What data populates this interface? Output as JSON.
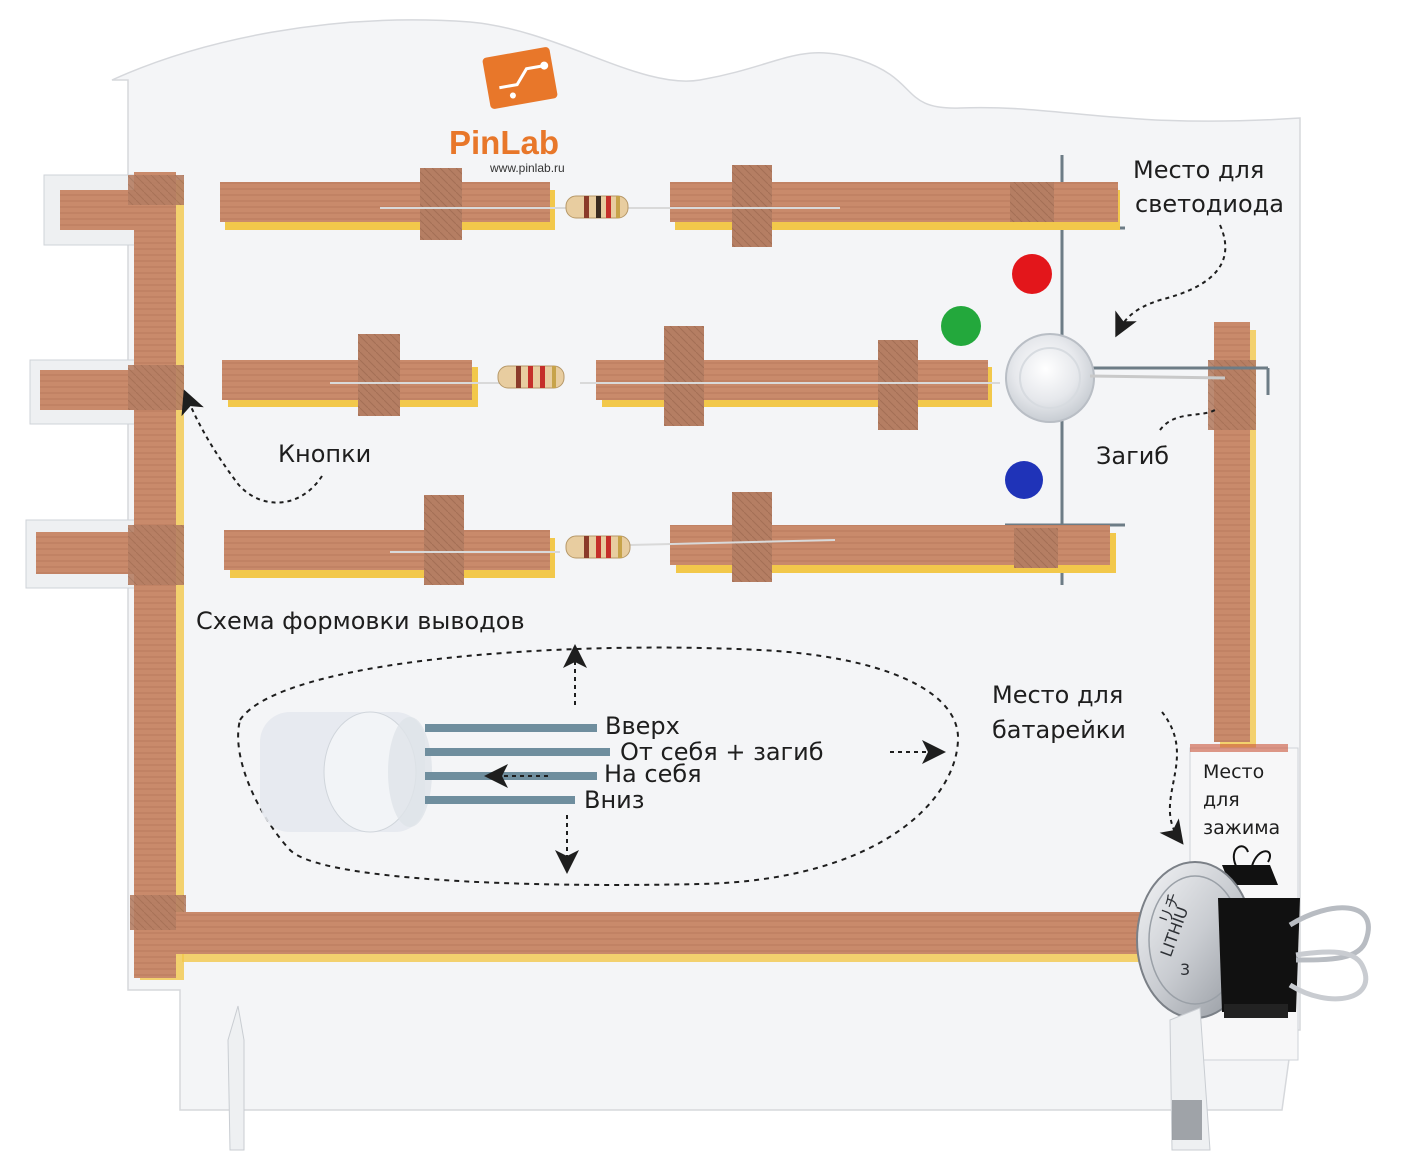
{
  "colors": {
    "board": "#f3f4f6",
    "copper": "#c8896a",
    "copper_dark": "#a86a4e",
    "tape": "#b7826a",
    "trace_yellow": "#f2c84b",
    "brand_orange": "#e8772a",
    "guide_gray": "#6d7c86",
    "led_red": "#e3161b",
    "led_green": "#23a83c",
    "led_blue": "#1f33b8",
    "lead_blue": "#6f8e9e",
    "clip_black": "#111111"
  },
  "logo": {
    "name": "PinLab",
    "url": "www.pinlab.ru",
    "icon": "circuit-board-logo-icon"
  },
  "annotations": {
    "led_place": [
      "Место для",
      "светодиода"
    ],
    "buttons": "Кнопки",
    "bend": "Загиб",
    "lead_scheme_title": "Схема формовки выводов",
    "battery_place": [
      "Место для",
      "батарейки"
    ],
    "clip_place": [
      "Место",
      "для",
      "зажима"
    ]
  },
  "lead_scheme": {
    "up": "Вверх",
    "away_bend": "От себя + загиб",
    "toward": "На себя",
    "down": "Вниз"
  },
  "battery": {
    "text_line1": "リチ",
    "text_line2": "LITHIU",
    "text_line3": "3"
  }
}
